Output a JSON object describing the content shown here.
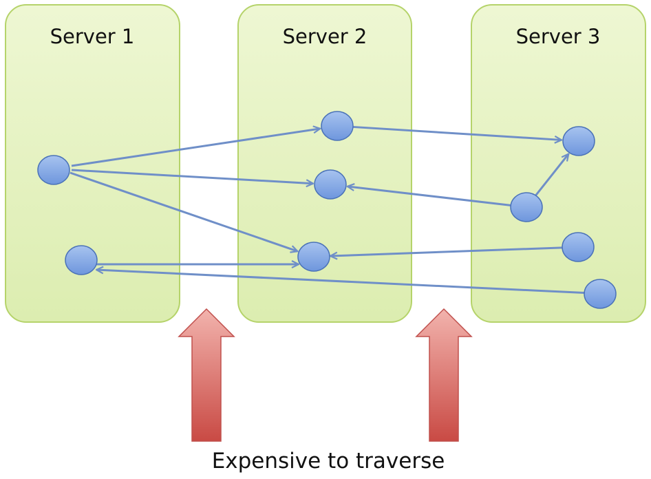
{
  "servers": [
    {
      "id": "s1",
      "label": "Server 1"
    },
    {
      "id": "s2",
      "label": "Server 2"
    },
    {
      "id": "s3",
      "label": "Server 3"
    }
  ],
  "caption": "Expensive to traverse",
  "colors": {
    "server_fill_top": "#eef7d3",
    "server_fill_bottom": "#dcedb0",
    "server_border": "#b5d36a",
    "node_fill_top": "#a7c3ef",
    "node_fill_bottom": "#6e96dd",
    "node_border": "#4a72b8",
    "edge": "#6f8fc8",
    "arrow_fill_top": "#f2b3ad",
    "arrow_fill_bottom": "#c94a44",
    "arrow_border": "#c0504d"
  },
  "nodes": [
    {
      "id": "a",
      "server": "s1"
    },
    {
      "id": "b",
      "server": "s1"
    },
    {
      "id": "c",
      "server": "s2"
    },
    {
      "id": "d",
      "server": "s2"
    },
    {
      "id": "e",
      "server": "s2"
    },
    {
      "id": "f",
      "server": "s3"
    },
    {
      "id": "g",
      "server": "s3"
    },
    {
      "id": "h",
      "server": "s3"
    },
    {
      "id": "i",
      "server": "s3"
    }
  ],
  "edges": [
    {
      "from": "a",
      "to": "c"
    },
    {
      "from": "a",
      "to": "d"
    },
    {
      "from": "a",
      "to": "e"
    },
    {
      "from": "b",
      "to": "e"
    },
    {
      "from": "c",
      "to": "f"
    },
    {
      "from": "g",
      "to": "d"
    },
    {
      "from": "g",
      "to": "f"
    },
    {
      "from": "h",
      "to": "e"
    },
    {
      "from": "i",
      "to": "b"
    }
  ]
}
